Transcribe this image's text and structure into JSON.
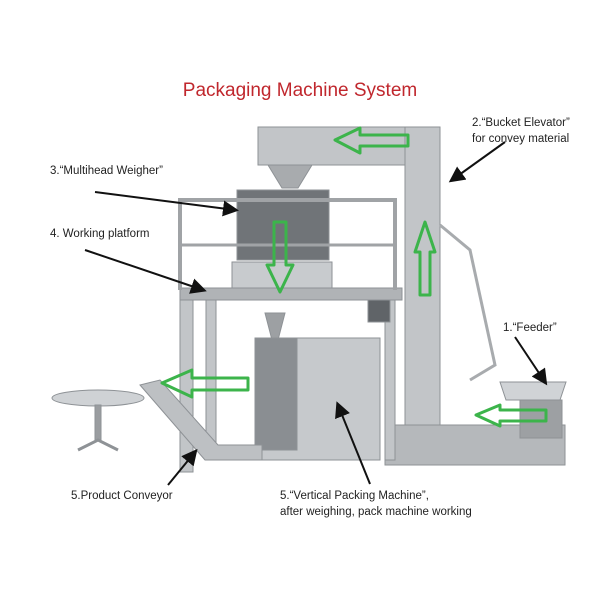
{
  "title": "Packaging Machine System",
  "labels": {
    "bucket_elevator": [
      "2.“Bucket Elevator”",
      "for convey material"
    ],
    "multihead_weigher": "3.“Multihead Weigher”",
    "working_platform": "4. Working platform",
    "feeder": "1.“Feeder”",
    "product_conveyor": "5.Product Conveyor",
    "vertical_packing_machine": [
      "5.“Vertical Packing Machine”,",
      "after weighing, pack machine working"
    ]
  },
  "colors": {
    "title": "#c0272d",
    "flow_arrow": "#3cb44b",
    "steel": "#b9bcbf",
    "steel_dark": "#8e9296"
  }
}
